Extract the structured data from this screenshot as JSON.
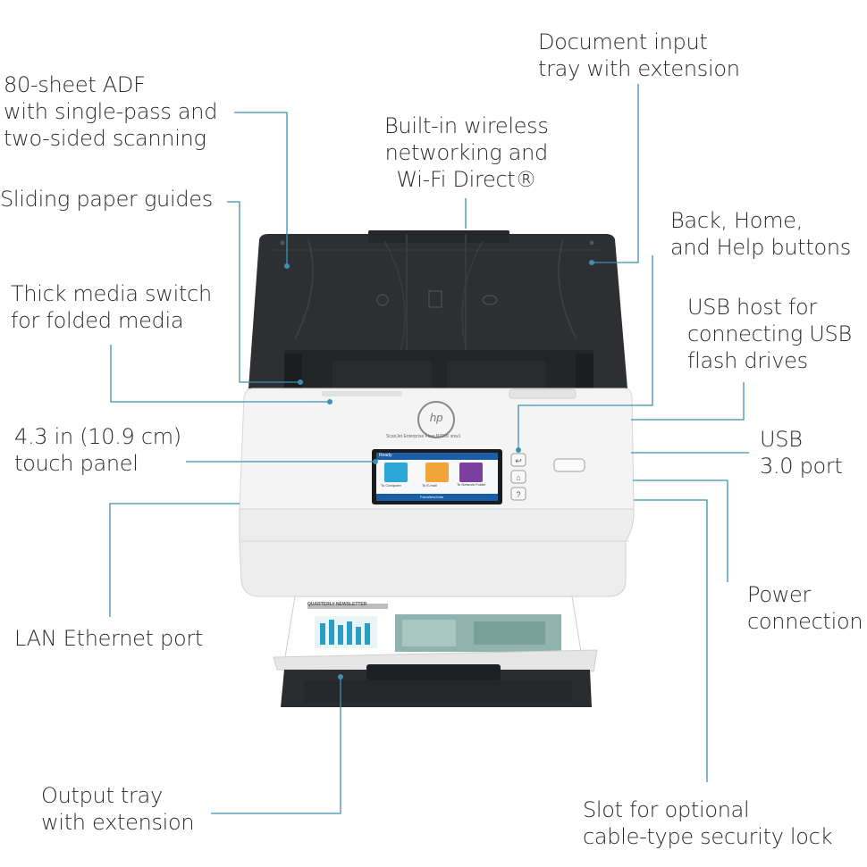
{
  "callouts": {
    "adf": [
      "80-sheet ADF",
      "with single-pass and",
      "two-sided scanning"
    ],
    "guides": [
      "Sliding paper guides"
    ],
    "thick_switch": [
      "Thick media switch",
      "for folded media"
    ],
    "touch_panel": [
      "4.3 in (10.9 cm)",
      "touch panel"
    ],
    "lan": [
      "LAN Ethernet port"
    ],
    "output_tray": [
      "Output tray",
      "with extension"
    ],
    "input_tray": [
      "Document input",
      "tray with extension"
    ],
    "wireless": [
      "Built-in wireless",
      "networking and",
      "Wi-Fi  Direct®"
    ],
    "buttons": [
      "Back, Home,",
      "and Help buttons"
    ],
    "usb_host": [
      "USB host for",
      "connecting USB",
      "flash drives"
    ],
    "usb3": [
      "USB",
      "3.0 port"
    ],
    "power": [
      "Power",
      "connection"
    ],
    "lock": [
      "Slot for optional",
      "cable-type security lock"
    ]
  },
  "device": {
    "logo": "hp",
    "model": "ScanJet Enterprise Flow N7000 snw1",
    "screen": {
      "status": "Ready",
      "tiles": [
        "To Computer",
        "To E-mail",
        "To Network Folder"
      ],
      "footer": "Favorites/Jobs"
    },
    "newsletter": "QUARTERLY NEWSLETTER"
  },
  "colors": {
    "leader": "#3f8fb0",
    "tray": "#2e2f33",
    "body": "#f2f2f2",
    "screen_blue": "#1a5ea8",
    "tile_computer": "#2aa6d8",
    "tile_email": "#f2a33a",
    "tile_folder": "#7b3fa0"
  }
}
